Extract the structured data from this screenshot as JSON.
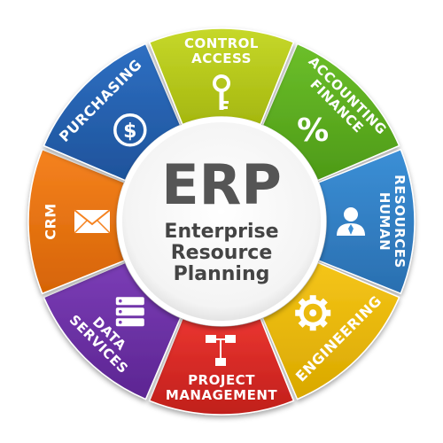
{
  "center": {
    "title": "ERP",
    "line1": "Enterprise",
    "line2": "Resource",
    "line3": "Planning"
  },
  "segments": [
    {
      "id": "finance",
      "lines": [
        "FINANCE",
        "ACCOUNTING"
      ],
      "color": "#6cbf2a",
      "dark": "#4d9a17",
      "icon": "percent-icon"
    },
    {
      "id": "hr",
      "lines": [
        "HUMAN",
        "RESOURCES"
      ],
      "color": "#3b8fd6",
      "dark": "#2a6fb0",
      "icon": "person-icon"
    },
    {
      "id": "engineering",
      "lines": [
        "ENGINEERING"
      ],
      "color": "#f5c518",
      "dark": "#d9a800",
      "icon": "gear-icon"
    },
    {
      "id": "project",
      "lines": [
        "PROJECT",
        "MANAGEMENT"
      ],
      "color": "#ea3530",
      "dark": "#c01f1b",
      "icon": "org-chart-icon"
    },
    {
      "id": "data",
      "lines": [
        "DATA",
        "SERVICES"
      ],
      "color": "#7b3db6",
      "dark": "#5c2592",
      "icon": "server-icon"
    },
    {
      "id": "crm",
      "lines": [
        "CRM"
      ],
      "color": "#f5821f",
      "dark": "#d66405",
      "icon": "envelope-icon"
    },
    {
      "id": "purchasing",
      "lines": [
        "PURCHASING"
      ],
      "color": "#2e6fc2",
      "dark": "#1e539b",
      "icon": "dollar-icon"
    },
    {
      "id": "access",
      "lines": [
        "ACCESS",
        "CONTROL"
      ],
      "color": "#c6d82a",
      "dark": "#a5b70f",
      "icon": "key-icon"
    }
  ]
}
